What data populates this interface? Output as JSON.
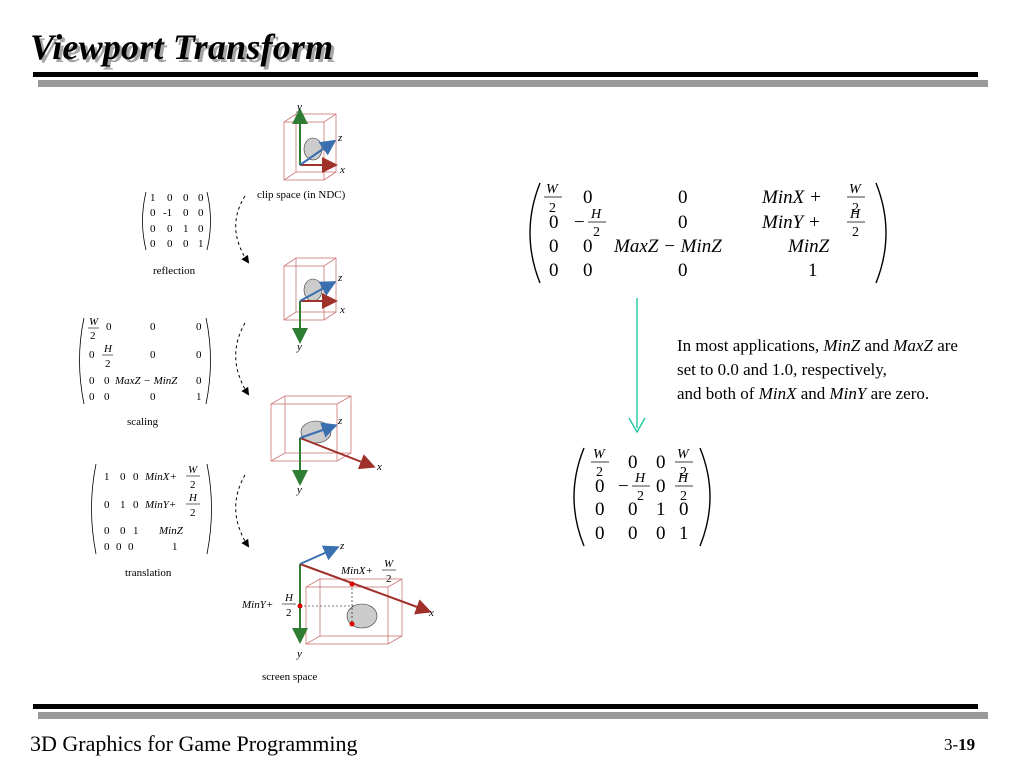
{
  "slide": {
    "title": "Viewport Transform",
    "footer_course": "3D Graphics for Game Programming",
    "footer_chapter": "3-",
    "footer_page": "19"
  },
  "figure": {
    "stages": {
      "clip_space": "clip space (in NDC)",
      "screen_space": "screen space"
    },
    "axes": {
      "x": "x",
      "y": "y",
      "z": "z"
    },
    "steps": {
      "reflection": "reflection",
      "scaling": "scaling",
      "translation": "translation"
    },
    "reflection_matrix": [
      [
        "1",
        "0",
        "0",
        "0"
      ],
      [
        "0",
        "-1",
        "0",
        "0"
      ],
      [
        "0",
        "0",
        "1",
        "0"
      ],
      [
        "0",
        "0",
        "0",
        "1"
      ]
    ],
    "screen_labels": {
      "minx": "MinX+",
      "miny": "MinY+",
      "w": "W",
      "h": "H",
      "two": "2"
    }
  },
  "combined_matrix": {
    "r1": {
      "c1_num": "W",
      "c1_den": "2",
      "c2": "0",
      "c3": "0",
      "c4_pre": "MinX +",
      "c4_num": "W",
      "c4_den": "2"
    },
    "r2": {
      "c1": "0",
      "c2_sign": "−",
      "c2_num": "H",
      "c2_den": "2",
      "c3": "0",
      "c4_pre": "MinY +",
      "c4_num": "H",
      "c4_den": "2"
    },
    "r3": {
      "c1": "0",
      "c2": "0",
      "c3": "MaxZ − MinZ",
      "c4": "MinZ"
    },
    "r4": {
      "c1": "0",
      "c2": "0",
      "c3": "0",
      "c4": "1"
    }
  },
  "note": {
    "line1_pre": "In most applications, ",
    "minz": "MinZ",
    "and1": " and ",
    "maxz": "MaxZ",
    "line1_post": " are",
    "line2": "set to 0.0 and 1.0, respectively,",
    "line3_pre": "and both of ",
    "minx": "MinX",
    "and2": " and ",
    "miny": "MinY",
    "line3_post": " are zero."
  },
  "simplified_matrix": {
    "r1": {
      "c1_num": "W",
      "c1_den": "2",
      "c2": "0",
      "c3": "0",
      "c4_num": "W",
      "c4_den": "2"
    },
    "r2": {
      "c1": "0",
      "c2_sign": "−",
      "c2_num": "H",
      "c2_den": "2",
      "c3": "0",
      "c4_num": "H",
      "c4_den": "2"
    },
    "r3": {
      "c1": "0",
      "c2": "0",
      "c3": "1",
      "c4": "0"
    },
    "r4": {
      "c1": "0",
      "c2": "0",
      "c3": "0",
      "c4": "1"
    }
  },
  "colors": {
    "x_axis": "#a0302a",
    "y_axis": "#2e7d32",
    "z_axis": "#3a6fb0",
    "arrow": "#1ec8a0"
  }
}
